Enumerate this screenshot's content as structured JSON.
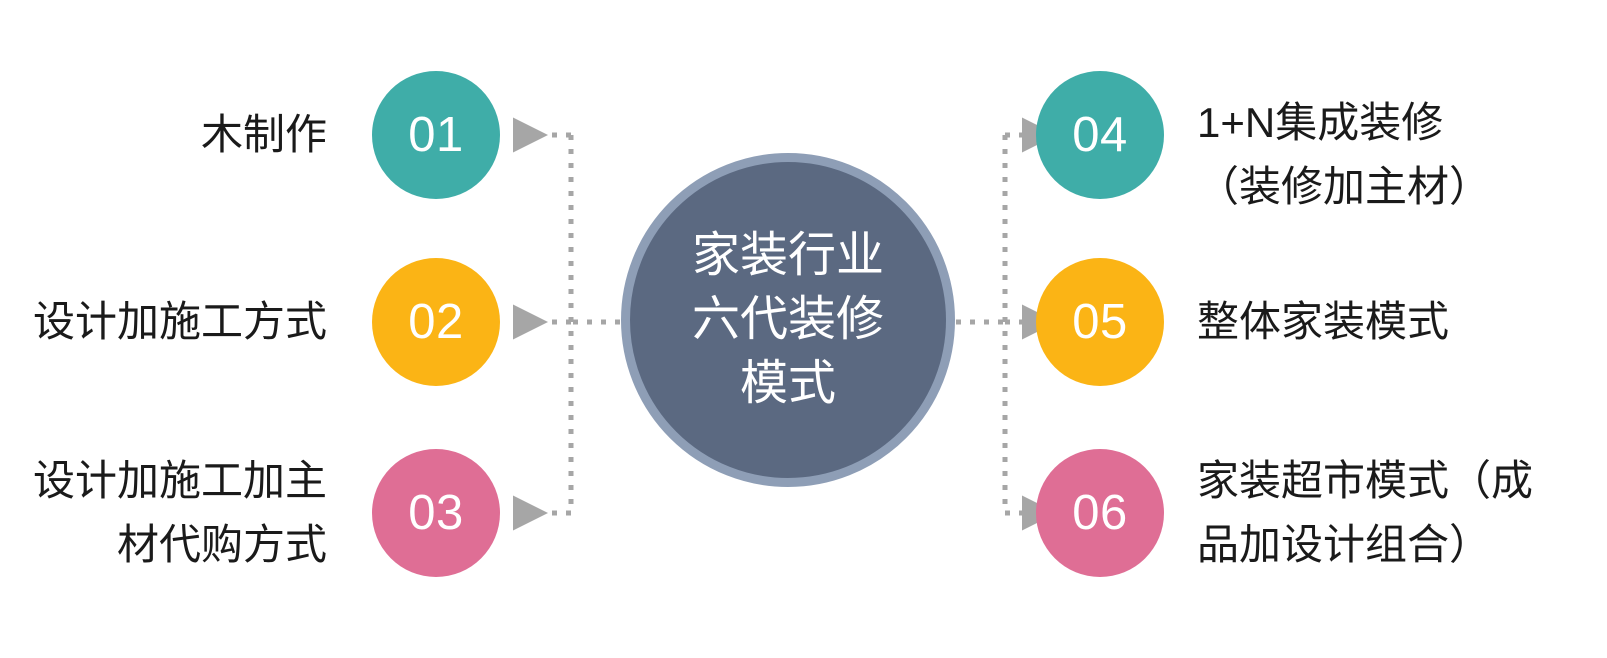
{
  "diagram": {
    "title": "家装行业六代装修模式",
    "hub": {
      "text": "家装行业\n六代装修\n模式",
      "fill": "#5b6981",
      "ring": "#8e9eb6",
      "text_color": "#ffffff"
    },
    "colors": {
      "teal": "#3fada8",
      "amber": "#fbb415",
      "pink": "#df6e95",
      "connector": "#a6a6a6",
      "label_text": "#1a1a1a"
    },
    "nodes": [
      {
        "number": "01",
        "label": "木制作",
        "color": "#3fada8",
        "side": "left",
        "row": 1
      },
      {
        "number": "02",
        "label": "设计加施工方式",
        "color": "#fbb415",
        "side": "left",
        "row": 2
      },
      {
        "number": "03",
        "label": "设计加施工加主\n材代购方式",
        "color": "#df6e95",
        "side": "left",
        "row": 3
      },
      {
        "number": "04",
        "label": "1+N集成装修\n（装修加主材）",
        "color": "#3fada8",
        "side": "right",
        "row": 1
      },
      {
        "number": "05",
        "label": "整体家装模式",
        "color": "#fbb415",
        "side": "right",
        "row": 2
      },
      {
        "number": "06",
        "label": "家装超市模式（成\n品加设计组合）",
        "color": "#df6e95",
        "side": "right",
        "row": 3
      }
    ]
  }
}
